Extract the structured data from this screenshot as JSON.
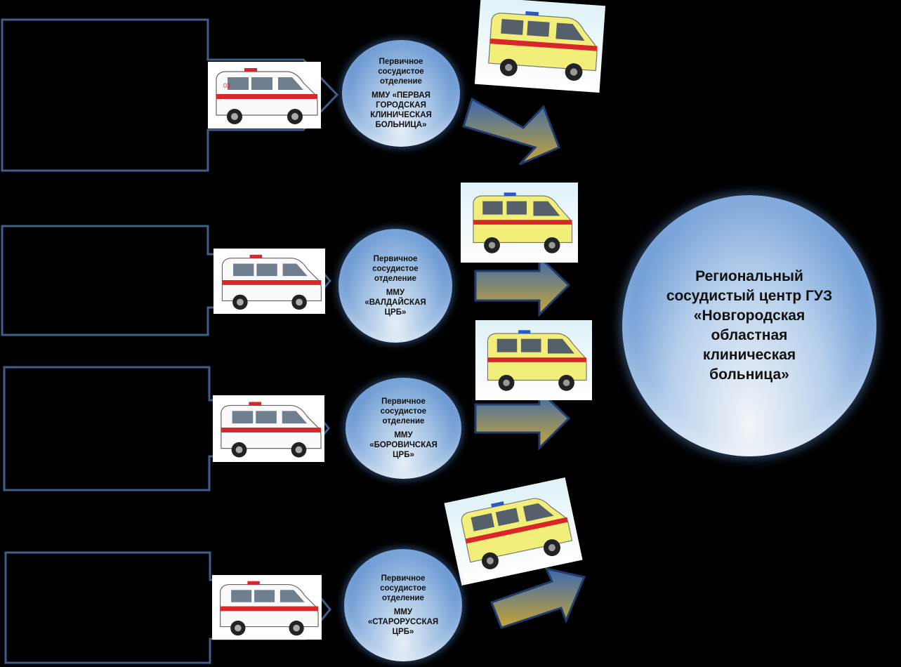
{
  "units": [
    {
      "dept": "Первичное сосудистое отделение",
      "org": "ММУ «ПЕРВАЯ ГОРОДСКАЯ КЛИНИЧЕСКАЯ БОЛЬНИЦА»"
    },
    {
      "dept": "Первичное сосудистое отделение",
      "org": "ММУ «ВАЛДАЙСКАЯ ЦРБ»"
    },
    {
      "dept": "Первичное сосудистое отделение",
      "org": "ММУ «БОРОВИЧСКАЯ ЦРБ»"
    },
    {
      "dept": "Первичное сосудистое отделение",
      "org": "ММУ «СТАРОРУССКАЯ ЦРБ»"
    }
  ],
  "center": {
    "label": "Региональный сосудистый центр ГУЗ «Новгородская областная клиническая больница»"
  },
  "ambulance_number": "03",
  "colors": {
    "outline": "#3d5f8c",
    "bubble": "#3f78c4",
    "arrow_top": "#3f6fb0",
    "arrow_bottom": "#c9a63a",
    "stripe": "#d8262b",
    "yellow_van": "#f2ee7a"
  }
}
